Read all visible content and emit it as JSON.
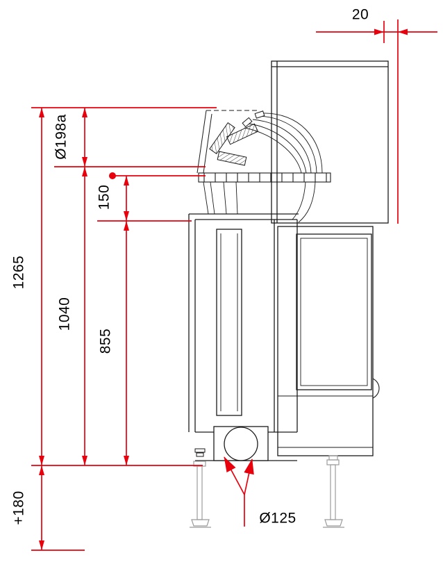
{
  "meta": {
    "type": "technical-drawing",
    "view": "side-elevation"
  },
  "colors": {
    "dimension": "#e8000d",
    "outline": "#1a1a1a",
    "accessory_gray": "#9b9b9b",
    "background": "#ffffff"
  },
  "dimensions": {
    "top_gap": "20",
    "flue_diameter": "Ø198a",
    "flue_axis_offset": "150",
    "overall_height": "1265",
    "height_1040": "1040",
    "height_855": "855",
    "leg_extension": "+180",
    "outlet_diameter": "Ø125"
  }
}
